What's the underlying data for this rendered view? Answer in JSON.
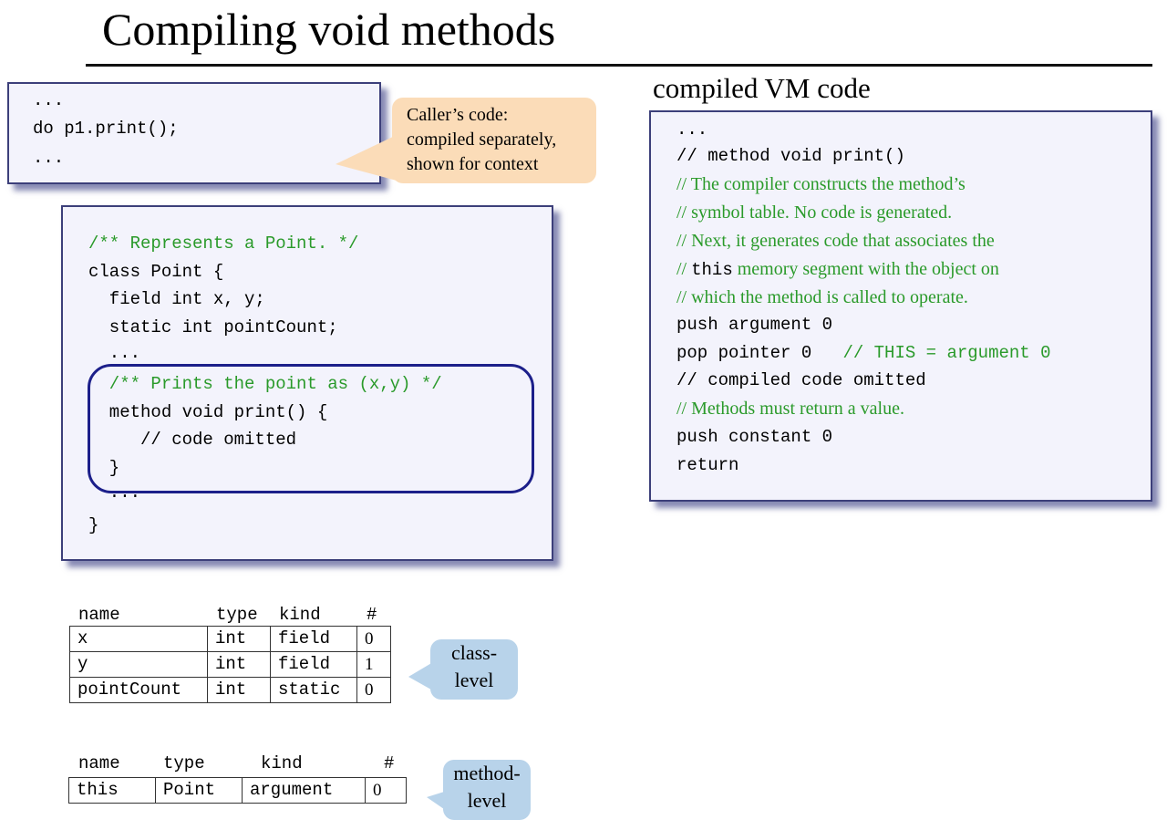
{
  "slide": {
    "title": "Compiling void methods"
  },
  "caller_code": {
    "lines": [
      "...",
      "do p1.print();",
      "..."
    ]
  },
  "caller_callout": {
    "lines": [
      "Caller’s code:",
      "compiled separately,",
      "shown for context"
    ],
    "color": "#fbdcb8"
  },
  "point_class": {
    "lines": [
      {
        "text": "/** Represents a Point. */",
        "kind": "comment"
      },
      {
        "text": "class Point {",
        "kind": "code"
      },
      {
        "text": "  field int x, y;",
        "kind": "code"
      },
      {
        "text": "  static int pointCount;",
        "kind": "code"
      },
      {
        "text": "  ...",
        "kind": "code"
      },
      {
        "text": "  /** Prints the point as (x,y) */",
        "kind": "comment"
      },
      {
        "text": "  method void print() {",
        "kind": "code"
      },
      {
        "text": "     // code omitted",
        "kind": "code"
      },
      {
        "text": "  }",
        "kind": "code"
      },
      {
        "text": "  ...",
        "kind": "code"
      },
      {
        "text": "}",
        "kind": "code"
      }
    ]
  },
  "vm_code": {
    "heading": "compiled VM code",
    "lines": {
      "l0": "...",
      "l1": "// method void print()",
      "l2": "// The compiler constructs the method’s",
      "l3": "// symbol table. No code is generated.",
      "l4": "// Next, it generates code that associates the",
      "l5_pre": "// ",
      "l5_kw": "this",
      "l5_post": " memory segment with the object on",
      "l6": "// which the method is called to operate.",
      "l7": "push argument 0",
      "l8_code": "pop pointer 0   ",
      "l8_comment": "// THIS = argument 0",
      "l9": "// compiled code omitted",
      "l10": "// Methods must return a value.",
      "l11": "push constant 0",
      "l12": "return"
    },
    "comment_color": "#2a9a2a"
  },
  "class_table": {
    "headers": [
      "name",
      "type",
      "kind",
      "#"
    ],
    "rows": [
      [
        "x",
        "int",
        "field",
        "0"
      ],
      [
        "y",
        "int",
        "field",
        "1"
      ],
      [
        "pointCount",
        "int",
        "static",
        "0"
      ]
    ],
    "callout": [
      "class-",
      "level"
    ]
  },
  "method_table": {
    "headers": [
      "name",
      "type",
      "kind",
      "#"
    ],
    "rows": [
      [
        "this",
        "Point",
        "argument",
        "0"
      ]
    ],
    "callout": [
      "method-",
      "level"
    ]
  },
  "colors": {
    "box_bg": "#f3f3fc",
    "box_border": "#3c3f7a",
    "highlight_border": "#1c1f8a",
    "callout_blue": "#b8d3ea"
  }
}
